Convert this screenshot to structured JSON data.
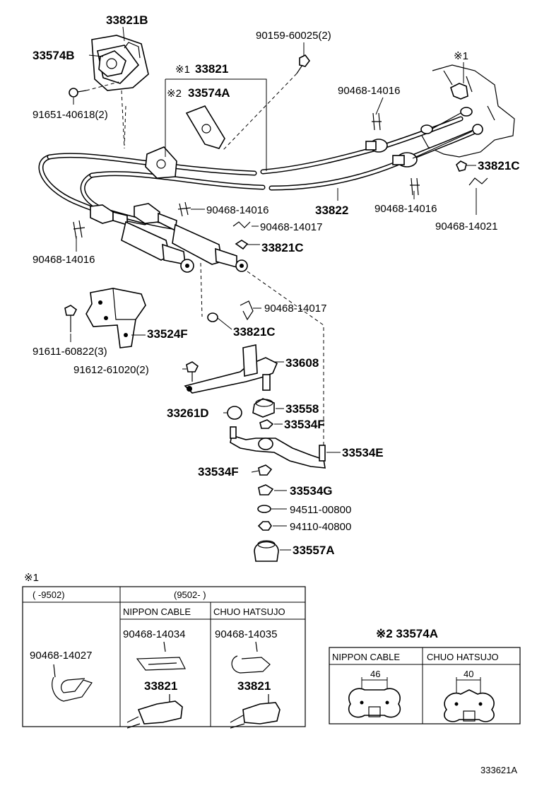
{
  "labels": {
    "p33821B": "33821B",
    "p33574B": "33574B",
    "p91651": "91651-40618(2)",
    "p90159": "90159-60025(2)",
    "p33821_top_mark": "※1",
    "p33821_top": "33821",
    "p33574A_mark": "※2",
    "p33574A": "33574A",
    "p90468_14016_a": "90468-14016",
    "p33821C_a": "33821C",
    "p33822": "33822",
    "p90468_14016_b": "90468-14016",
    "p90468_14021": "90468-14021",
    "p90468_14016_c": "90468-14016",
    "p90468_14017_a": "90468-14017",
    "p33821C_b": "33821C",
    "p90468_14016_d": "90468-14016",
    "p90468_14017_b": "90468-14017",
    "p33821C_c": "33821C",
    "p91611": "91611-60822(3)",
    "p33524F": "33524F",
    "p33608": "33608",
    "p91612": "91612-61020(2)",
    "p33261D": "33261D",
    "p33558": "33558",
    "p33534F_a": "33534F",
    "p33534E": "33534E",
    "p33534F_b": "33534F",
    "p33534G": "33534G",
    "p94511": "94511-00800",
    "p94110": "94110-40800",
    "p33557A": "33557A",
    "p_mark_right": "※1"
  },
  "note1": {
    "mark": "※1",
    "col_a_header": "(      -9502)",
    "col_b_header": "(9502-      )",
    "sub_nippon": "NIPPON CABLE",
    "sub_chuo": "CHUO HATSUJO",
    "part_a": "90468-14027",
    "part_nippon": "90468-14034",
    "part_chuo": "90468-14035",
    "cable_nippon": "33821",
    "cable_chuo": "33821"
  },
  "note2": {
    "title": "※2 33574A",
    "col_nippon": "NIPPON CABLE",
    "col_chuo": "CHUO HATSUJO",
    "dim_nippon": "46",
    "dim_chuo": "40"
  },
  "figure_id": "333621A"
}
